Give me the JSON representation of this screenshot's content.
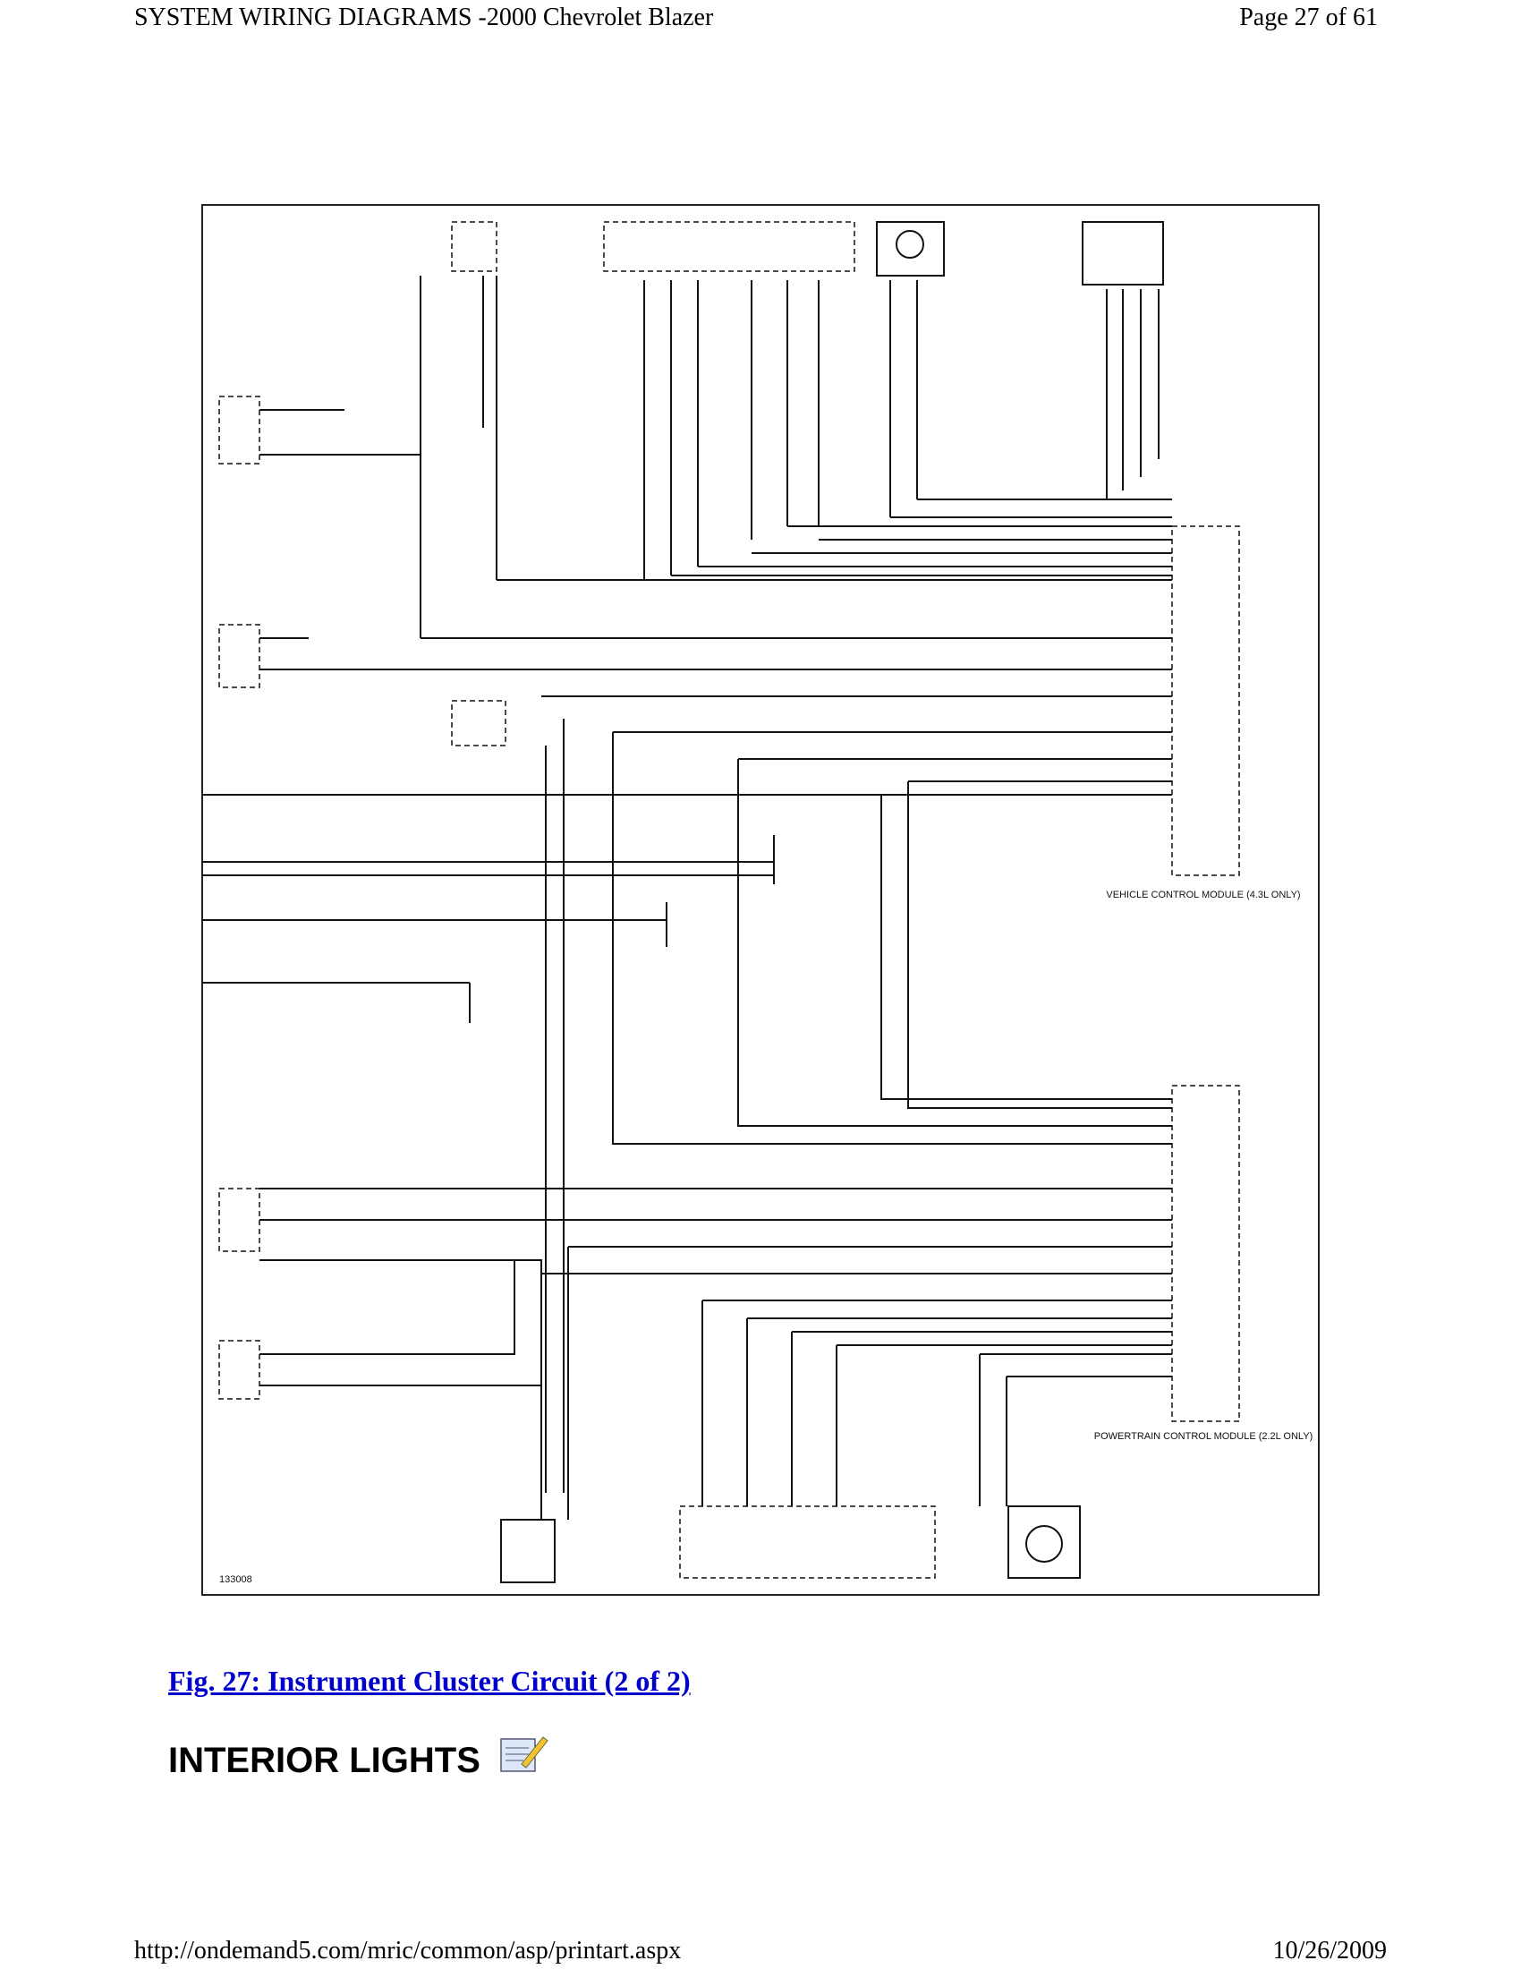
{
  "header": {
    "title": "SYSTEM WIRING DIAGRAMS -2000 Chevrolet Blazer",
    "page": "Page 27 of 61"
  },
  "diagram": {
    "figure_number": "133008",
    "upper_module": "VEHICLE CONTROL MODULE (4.3L ONLY)",
    "lower_module": "POWERTRAIN CONTROL MODULE (2.2L ONLY)"
  },
  "caption": "Fig. 27: Instrument Cluster Circuit (2 of 2)",
  "section_title": "INTERIOR LIGHTS",
  "icons": {
    "edit": "edit-note-icon"
  },
  "footer": {
    "url": "http://ondemand5.com/mric/common/asp/printart.aspx",
    "date": "10/26/2009"
  }
}
